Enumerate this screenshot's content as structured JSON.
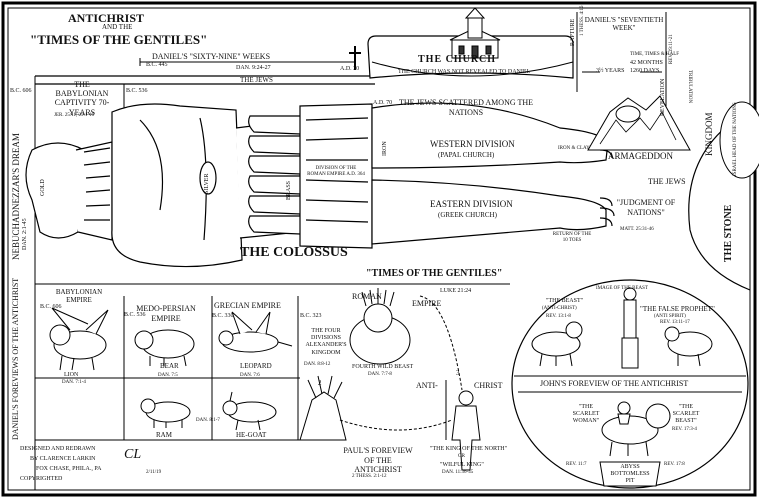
{
  "title": {
    "line1": "ANTICHRIST",
    "line2": "AND THE",
    "line3": "\"TIMES OF THE GENTILES\""
  },
  "top": {
    "sixty_nine_weeks": "DANIEL'S \"SIXTY-NINE\" WEEKS",
    "sixty_nine_ref": "DAN. 9:24-27",
    "bc445": "B.C. 445",
    "ad30": "A.D. 30",
    "the_jews": "THE JEWS",
    "bc606": "B.C. 606",
    "bc536": "B.C. 536",
    "ad70": "A.D. 70",
    "church_title": "THE CHURCH",
    "church_not_revealed": "THE CHURCH WAS NOT REVEALED TO DANIEL",
    "rapture": "RAPTURE",
    "rapture_ref": "1 THESS. 4:16",
    "seventieth_week": "DANIEL'S \"SEVENTIETH WEEK\"",
    "three_half_years": "3½ YEARS",
    "time_times": "TIME, TIMES & HALF",
    "forty_two_months": "42 MONTHS",
    "days_1260": "1260 DAYS",
    "revelation": "REVELATION",
    "revelation_ref": "REV. 19:11-21"
  },
  "colossus": {
    "babylonian_captivity": "THE BABYLONIAN CAPTIVITY 70-YEARS",
    "babylonian_ref": "JER. 25:11, 29:1-10",
    "jews_scattered": "THE JEWS SCATTERED AMONG THE NATIONS",
    "western_division": "WESTERN DIVISION",
    "papal_church": "(PAPAL CHURCH)",
    "eastern_division": "EASTERN DIVISION",
    "greek_church": "(GREEK CHURCH)",
    "division_roman": "DIVISION OF THE ROMAN EMPIRE A.D. 364",
    "silver": "SILVER",
    "brass": "BRASS",
    "iron": "IRON",
    "gold": "GOLD",
    "iron_and_clay": "IRON & CLAY",
    "return_ten_toes": "RETURN OF THE 10 TOES",
    "armageddon": "ARMAGEDDON",
    "the_jews_right": "THE JEWS",
    "judgment_nations": "\"JUDGMENT OF NATIONS\"",
    "judgment_ref": "MATT. 25:31-46",
    "the_colossus": "THE COLOSSUS",
    "the_stone": "THE STONE",
    "kingdom": "KINGDOM",
    "israel_head": "ISRAEL HEAD OF THE NATIONS",
    "nebuchadnezzar": "NEBUCHADNEZZAR'S DREAM",
    "nebuchadnezzar_ref": "DAN. 2:1-45",
    "tribulation": "TRIBULATION"
  },
  "gentiles": {
    "times_of_gentiles": "\"TIMES OF THE GENTILES\"",
    "luke_ref": "LUKE 21:24",
    "daniels_foreview": "DANIEL'S FOREVIEWS OF THE ANTICHRIST",
    "babylonian_empire": "BABYLONIAN EMPIRE",
    "bc606": "B.C. 606",
    "lion": "LION",
    "lion_ref": "DAN. 7:1-4",
    "medo_persian": "MEDO-PERSIAN EMPIRE",
    "bc536": "B.C. 536",
    "bear": "BEAR",
    "bear_ref": "DAN. 7:5",
    "grecian_empire": "GRECIAN EMPIRE",
    "bc330": "B.C. 330",
    "leopard": "LEOPARD",
    "leopard_ref": "DAN. 7:6",
    "bc323": "B.C. 323",
    "four_divisions": "THE FOUR DIVISIONS ALEXANDER'S KINGDOM",
    "four_ref": "DAN. 8:8-12",
    "ram": "RAM",
    "he_goat": "HE-GOAT",
    "dan8": "DAN. 8:1-7",
    "roman_empire": "ROMAN",
    "empire": "EMPIRE",
    "fourth_beast": "FOURTH WILD BEAST",
    "fourth_ref": "DAN. 7:7-8",
    "anti": "ANTI-",
    "christ": "CHRIST",
    "king_north": "\"THE KING OF THE NORTH\"",
    "or": "OR",
    "wilful_king": "\"WILFUL KING\"",
    "wilful_ref": "DAN. 11:36-45",
    "pauls_foreview": "PAUL'S FOREVIEW OF THE ANTICHRIST",
    "pauls_ref": "2 THESS. 2:1-12",
    "num2": "2",
    "num3": "3"
  },
  "johns": {
    "image_of_beast": "IMAGE OF THE BEAST",
    "the_beast": "\"THE BEAST\"",
    "beast_sub": "(ANTI-CHRIST)",
    "beast_ref": "REV. 13:1-8",
    "false_prophet": "\"THE FALSE PROPHET\"",
    "false_sub": "(ANTI SPIRIT)",
    "false_ref": "REV. 13:11-17",
    "johns_foreview": "JOHN'S FOREVIEW OF THE ANTICHRIST",
    "scarlet_woman": "\"THE SCARLET WOMAN\"",
    "scarlet_beast": "\"THE SCARLET BEAST\"",
    "scarlet_ref": "REV. 17:3-4",
    "rev_left": "REV. 11:7",
    "rev_right": "REV. 17:8",
    "abyss": "ABYSS",
    "bottomless": "BOTTOMLESS",
    "pit": "PIT"
  },
  "credits": {
    "line1": "DESIGNED AND REDRAWN",
    "line2": "BY CLARENCE LARKIN",
    "line3": "FOX CHASE, PHILA., PA",
    "line4": "COPYRIGHTED",
    "monogram": "CL",
    "date": "2/11/19"
  }
}
